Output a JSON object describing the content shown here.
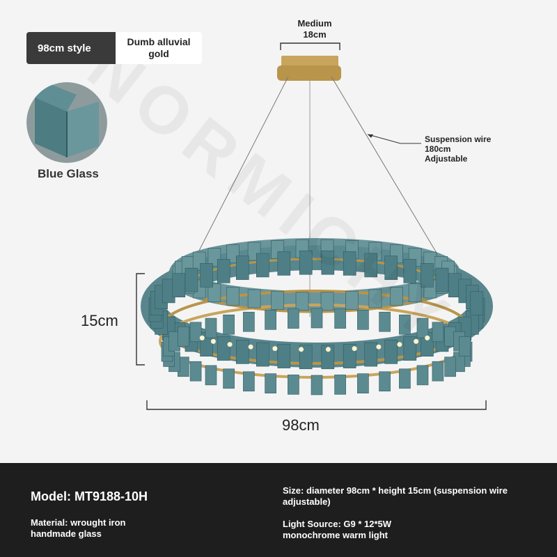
{
  "option": {
    "style_label": "98cm style",
    "finish_label": "Dumb alluvial gold"
  },
  "swatch": {
    "label": "Blue Glass",
    "icon": "glass-swatch-icon"
  },
  "dimensions": {
    "canopy": "Medium\n18cm",
    "wire": "Suspension wire\n180cm\nAdjustable",
    "height": "15cm",
    "diameter": "98cm"
  },
  "watermark": "NORMICHY",
  "specs": {
    "model": "Model: MT9188-10H",
    "material": "Material: wrought iron\nhandmade glass",
    "size": "Size: diameter 98cm * height 15cm (suspension wire\nadjustable)",
    "light": "Light Source: G9 * 12*5W\nmonochrome warm light"
  },
  "colors": {
    "background": "#f4f4f4",
    "footer": "#1e1e1e",
    "glass": "#4f7f86",
    "gold": "#b8954a"
  }
}
